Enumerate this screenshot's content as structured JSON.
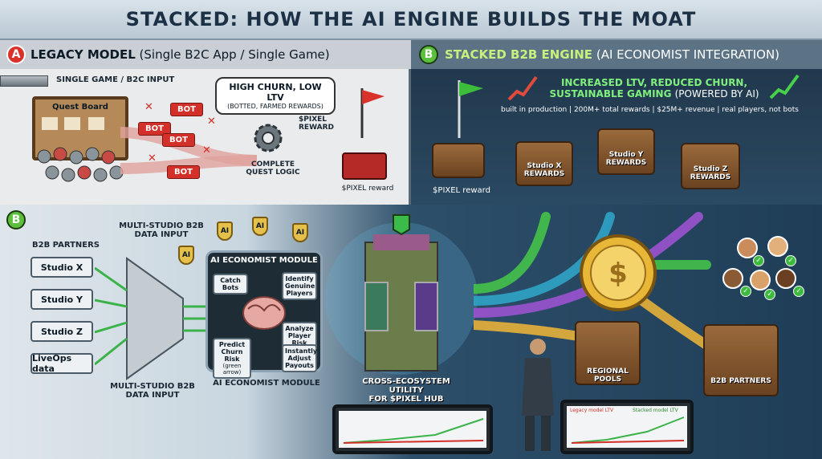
{
  "title": "STACKED: HOW THE AI ENGINE BUILDS THE MOAT",
  "panel_a": {
    "badge": "A",
    "heading_bold": "LEGACY MODEL",
    "heading_rest": "(Single B2C App / Single Game)",
    "input_label": "SINGLE GAME / B2C INPUT",
    "quest_board": "Quest Board",
    "bots": [
      "BOT",
      "BOT",
      "BOT",
      "BOT"
    ],
    "callout_title": "HIGH CHURN, LOW LTV",
    "callout_sub": "(BOTTED, FARMED REWARDS)",
    "logic_label": "COMPLETE QUEST LOGIC",
    "reward_label": "$PIXEL REWARD",
    "reward_bottom": "$PIXEL reward"
  },
  "panel_b": {
    "badge": "B",
    "heading_bold": "STACKED B2B ENGINE",
    "heading_rest": "(AI ECONOMIST INTEGRATION)",
    "tagline_line1": "INCREASED LTV, REDUCED CHURN,",
    "tagline_line2": "SUSTAINABLE GAMING",
    "tagline_suffix": "(POWERED BY AI)",
    "stats": "built in production | 200M+ total rewards | $25M+ revenue | real players, not bots",
    "reward_label": "$PIXEL reward",
    "chests": [
      "Studio X REWARDS",
      "Studio Y REWARDS",
      "Studio Z REWARDS"
    ]
  },
  "lower": {
    "badge": "B",
    "partners_label": "B2B PARTNERS",
    "input_top": "MULTI-STUDIO B2B DATA INPUT",
    "input_bottom": "MULTI-STUDIO B2B DATA INPUT",
    "studios": [
      "Studio X",
      "Studio Y",
      "Studio Z",
      "LiveOps data"
    ],
    "module_title": "AI ECONOMIST MODULE",
    "module_caption": "AI ECONOMIST MODULE",
    "module_items": {
      "catch": "Catch Bots",
      "identify": "Identify Genuine Players",
      "analyze": "Analyze Player Risk",
      "predict": "Predict Churn Risk",
      "predict_sub": "(green arrow)",
      "adjust": "Instantly Adjust Payouts"
    },
    "shields": [
      "AI",
      "AI",
      "AI",
      "AI"
    ],
    "hub_line1": "CROSS-ECOSYSTEM UTILITY",
    "hub_line2": "FOR $PIXEL HUB",
    "chests": [
      "REGIONAL POOLS",
      "B2B PARTNERS"
    ],
    "tablet_legend": [
      "Legacy model LTV",
      "Stacked model LTV"
    ]
  }
}
